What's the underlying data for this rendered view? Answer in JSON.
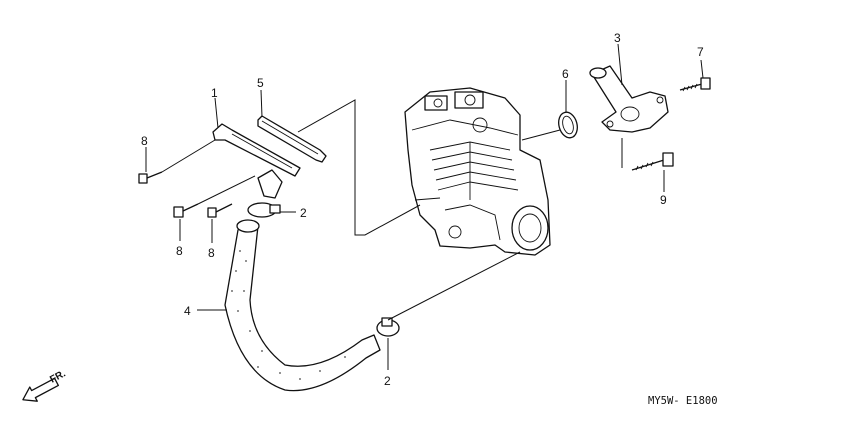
{
  "labels": {
    "p1": "1",
    "p2a": "2",
    "p2b": "2",
    "p3": "3",
    "p4": "4",
    "p5": "5",
    "p6": "6",
    "p7": "7",
    "p8a": "8",
    "p8b": "8",
    "p8c": "8",
    "p9": "9"
  },
  "direction_label": "FR.",
  "diagram_code": "MY5W- E1800"
}
